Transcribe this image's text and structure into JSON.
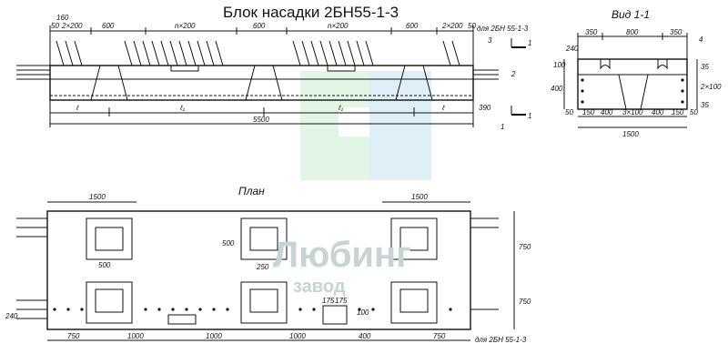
{
  "title": "Блок насадки 2БН55-1-3",
  "view_label": "Вид 1-1",
  "plan_label": "План",
  "watermark": {
    "line1": "Любинг",
    "line2": "завод"
  },
  "elevation": {
    "top_dims": [
      "160",
      "50",
      "2×200",
      "600",
      "n×200",
      "600",
      "n×200",
      "600",
      "2×200",
      "50"
    ],
    "bottom_dims": [
      "ℓ",
      "ℓ₁",
      "ℓ₁",
      "ℓ",
      "390"
    ],
    "total_length": "5500",
    "right_note": "для 2БН 55-1-3",
    "callouts": [
      "3",
      "2",
      "1"
    ],
    "section_marks": [
      "1",
      "1"
    ]
  },
  "section_view": {
    "top_dims": [
      "350",
      "800",
      "350"
    ],
    "callout": "4",
    "left_dims": [
      "240",
      "100",
      "400"
    ],
    "right_dims": [
      "35",
      "2×100",
      "35"
    ],
    "bottom_dims": [
      "50",
      "150",
      "400",
      "3×100",
      "400",
      "150",
      "50"
    ],
    "total_width": "1500"
  },
  "plan": {
    "top_dims": [
      "1500",
      "1500"
    ],
    "inner_dims": [
      "500",
      "500",
      "250",
      "175",
      "175",
      "100",
      "240"
    ],
    "right_dims": [
      "750",
      "750"
    ],
    "bottom_dims": [
      "750",
      "1000",
      "1000",
      "1000",
      "400",
      "750"
    ],
    "bottom_note": "для 2БН 55-1-3"
  }
}
